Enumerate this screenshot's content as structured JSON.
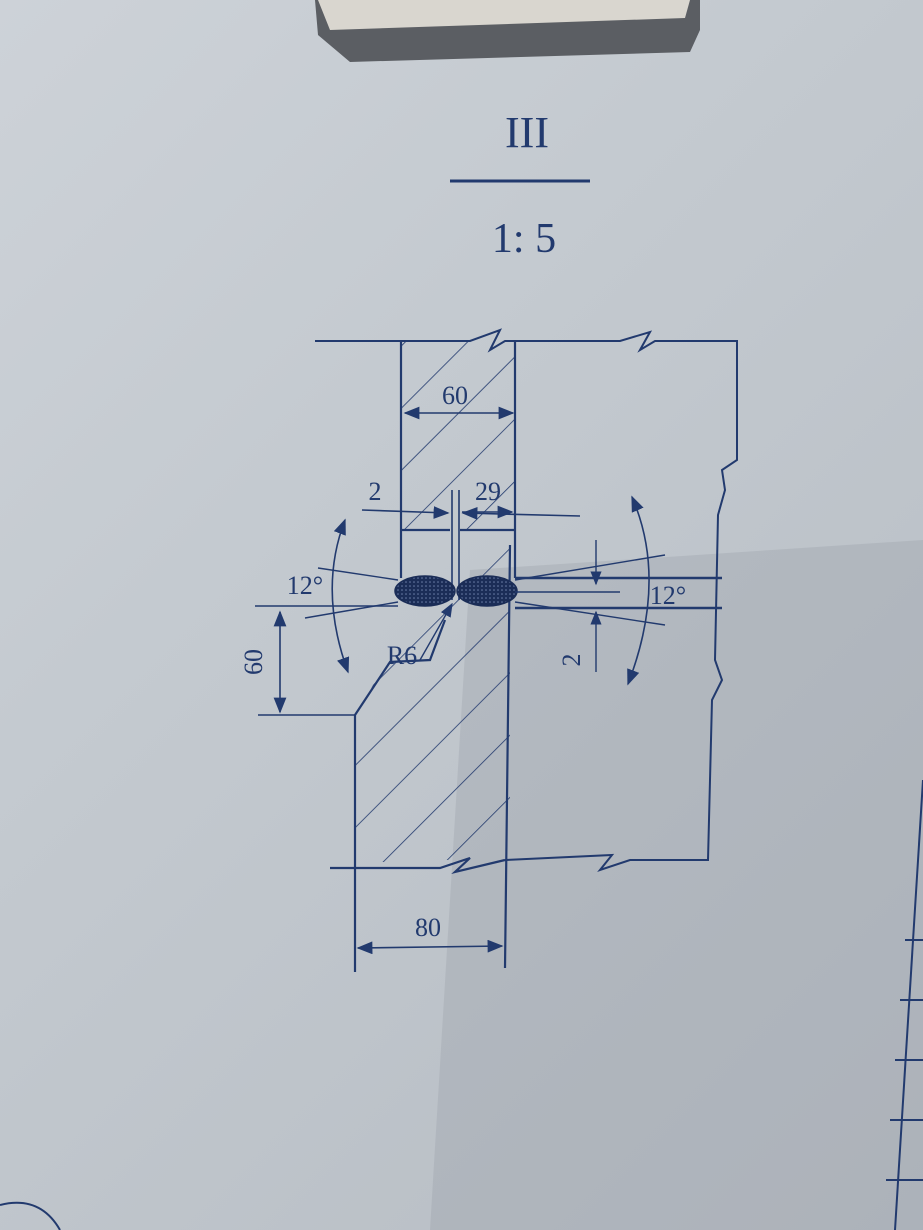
{
  "drawing": {
    "view_label": "III",
    "scale": "1: 5",
    "dimensions": {
      "plate_width": "60",
      "gap": "2",
      "partial_depth": "29",
      "angle_left": "12°",
      "angle_right": "12°",
      "radius": "R6",
      "bevel_height": "60",
      "root_face": "2",
      "base_width": "80"
    },
    "ink_color": "#223a6e"
  }
}
